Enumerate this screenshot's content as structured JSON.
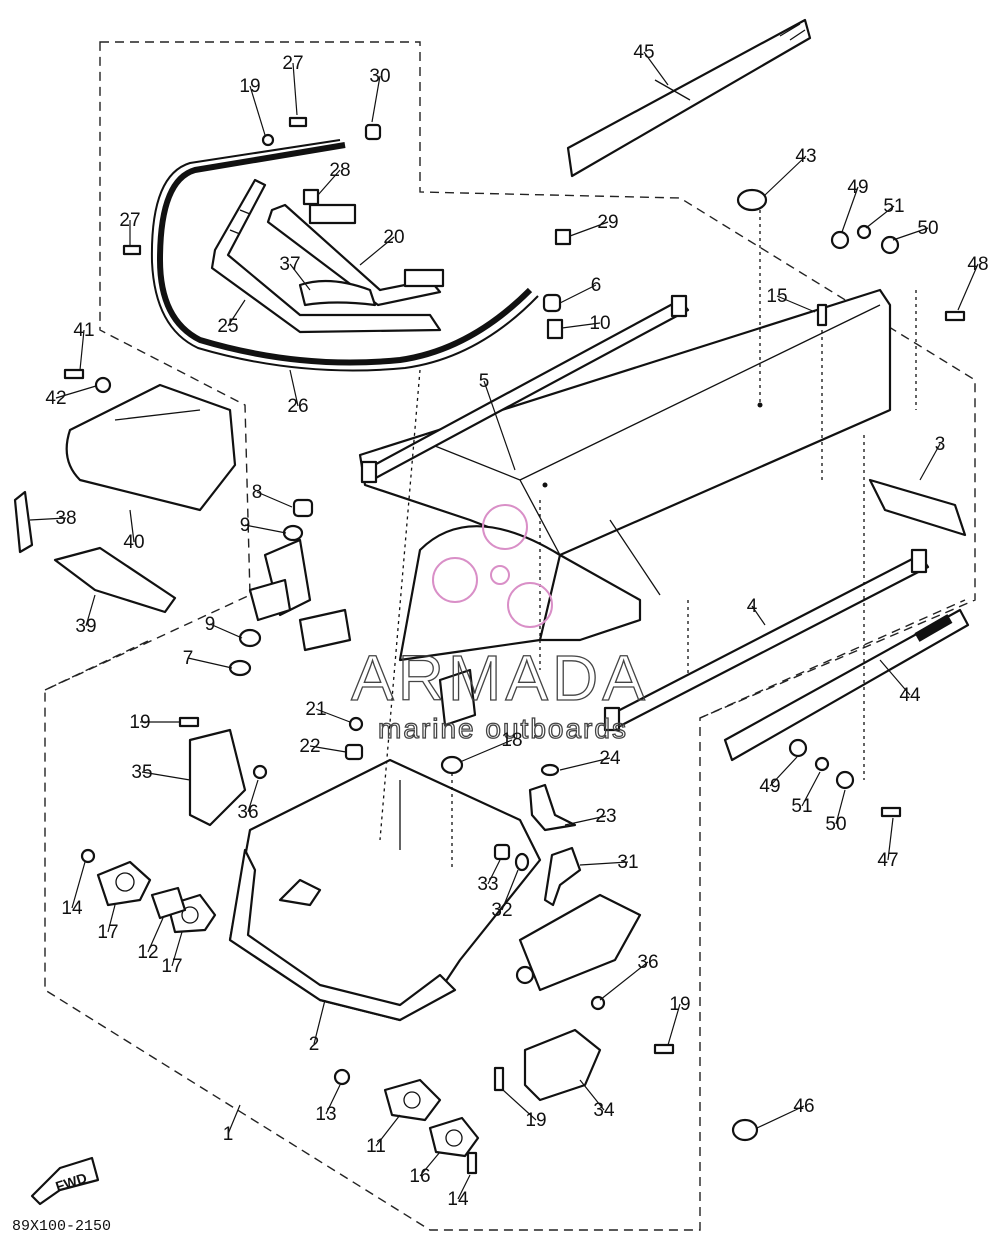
{
  "diagram": {
    "code": "89X100-2150",
    "fwd_label": "FWD",
    "watermark": {
      "brand": "ARMADA",
      "tagline": "marine outboards",
      "color": "#d98fc7"
    },
    "callouts": [
      "1",
      "2",
      "3",
      "4",
      "5",
      "6",
      "7",
      "8",
      "9",
      "9",
      "10",
      "11",
      "12",
      "13",
      "14",
      "14",
      "15",
      "16",
      "17",
      "17",
      "18",
      "19",
      "19",
      "19",
      "19",
      "20",
      "21",
      "22",
      "23",
      "24",
      "25",
      "26",
      "27",
      "27",
      "28",
      "29",
      "30",
      "31",
      "32",
      "33",
      "34",
      "35",
      "36",
      "36",
      "37",
      "38",
      "39",
      "40",
      "41",
      "42",
      "43",
      "44",
      "45",
      "46",
      "47",
      "48",
      "49",
      "49",
      "50",
      "50",
      "51",
      "51"
    ]
  }
}
